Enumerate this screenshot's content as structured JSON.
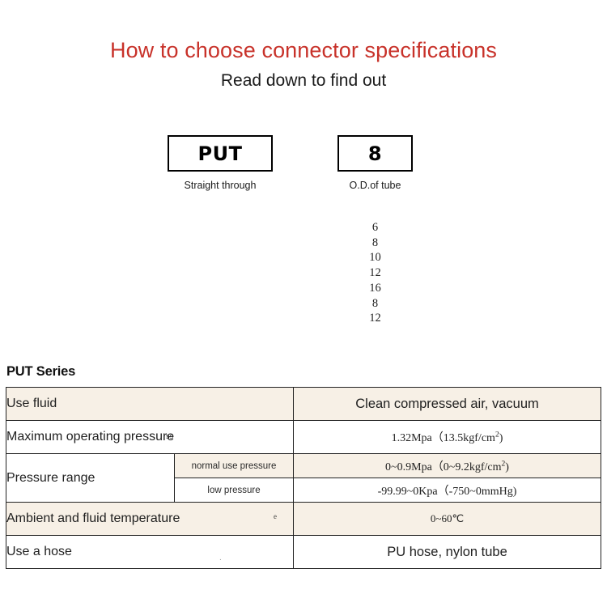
{
  "header": {
    "title": "How to choose connector specifications",
    "subtitle": "Read down to find out",
    "title_color": "#c8322a"
  },
  "selector": {
    "boxes": [
      {
        "value": "PUT",
        "caption": "Straight through"
      },
      {
        "value": "8",
        "caption": "O.D.of tube"
      }
    ],
    "size_options": [
      "6",
      "8",
      "10",
      "12",
      "16",
      "8",
      "12"
    ]
  },
  "series": {
    "heading": "PUT Series"
  },
  "spec_table": {
    "row_beige_color": "#f7f0e6",
    "rows": [
      {
        "label": "Use fluid",
        "value": "Clean compressed air, vacuum"
      },
      {
        "label": "Maximum operating pressure",
        "label_artifact": "ss",
        "value_prefix": "1.32Mpa（13.5kgf/cm",
        "value_sup": "2",
        "value_suffix": ")"
      },
      {
        "label": "Pressure range",
        "sublabel_1": "normal use pressure",
        "value_1_prefix": "0~0.9Mpa（0~9.2kgf/cm",
        "value_1_sup": "2",
        "value_1_suffix": ")",
        "sublabel_2": "low pressure",
        "value_2": "-99.99~0Kpa（-750~0mmHg)"
      },
      {
        "label": "Ambient and fluid temperature",
        "label_artifact": "e",
        "value": "0~60℃"
      },
      {
        "label": "Use a hose",
        "value": "PU hose, nylon tube"
      }
    ]
  }
}
